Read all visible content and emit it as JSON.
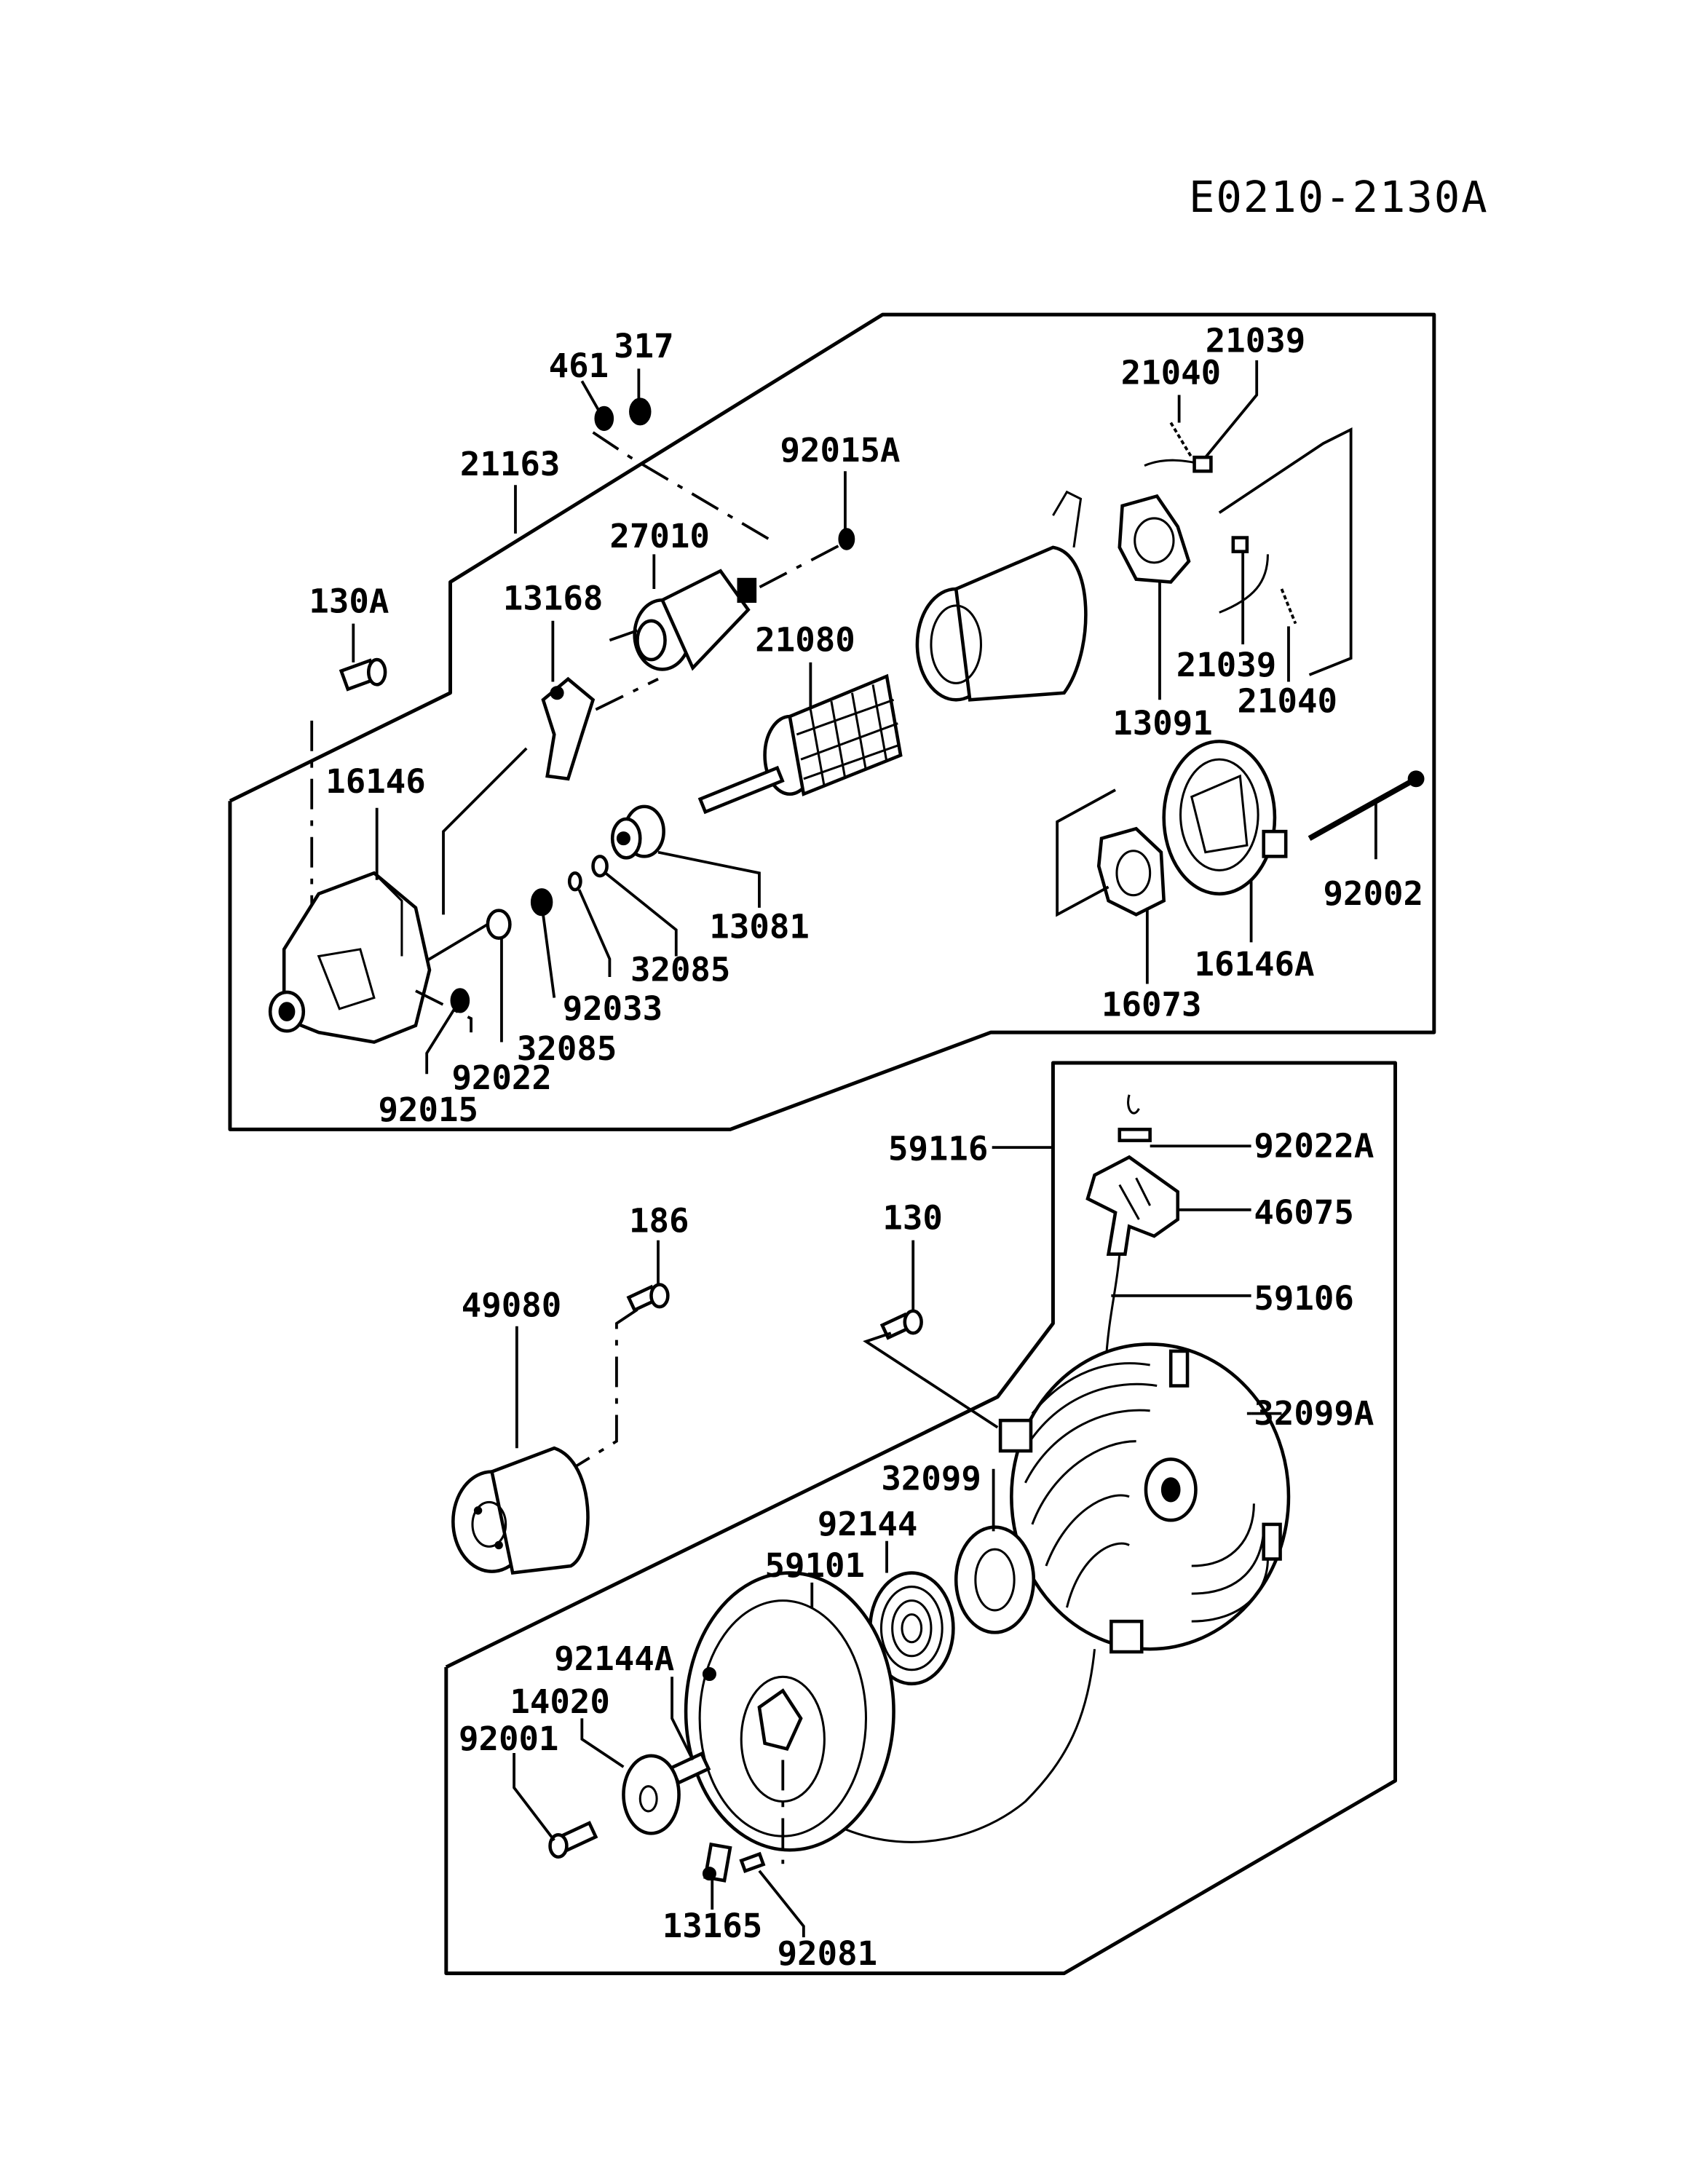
{
  "diagram": {
    "code": "E0210-2130A",
    "groups": [
      {
        "id": "starter-motor",
        "kit": "21163"
      },
      {
        "id": "recoil-starter",
        "kit": "59116"
      }
    ],
    "labels": {
      "p461": "461",
      "p317": "317",
      "p21163": "21163",
      "p92015A": "92015A",
      "p27010": "27010",
      "p21039a": "21039",
      "p21040a": "21040",
      "p130A": "130A",
      "p13168": "13168",
      "p21080": "21080",
      "p21039b": "21039",
      "p21040b": "21040",
      "p13091": "13091",
      "p16146": "16146",
      "p92002": "92002",
      "p13081": "13081",
      "p32085a": "32085",
      "p16146A": "16146A",
      "p92033": "92033",
      "p16073": "16073",
      "p32085b": "32085",
      "p92022": "92022",
      "p92015": "92015",
      "p59116": "59116",
      "p92022A": "92022A",
      "p130": "130",
      "p46075": "46075",
      "p186": "186",
      "p49080": "49080",
      "p59106": "59106",
      "p32099A": "32099A",
      "p32099": "32099",
      "p92144": "92144",
      "p59101": "59101",
      "p92144A": "92144A",
      "p14020": "14020",
      "p92001": "92001",
      "p13165": "13165",
      "p92081": "92081"
    }
  }
}
